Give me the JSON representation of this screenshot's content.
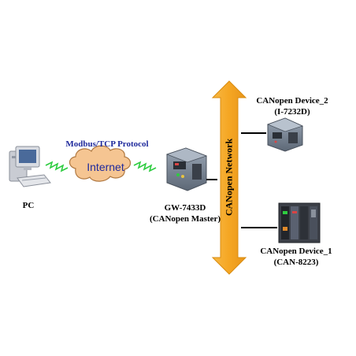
{
  "protocol_label": "Modbus/TCP Protocol",
  "cloud_label": "Internet",
  "pc": {
    "label": "PC"
  },
  "gateway": {
    "model": "GW-7433D",
    "role": "(CANopen Master)"
  },
  "network_label": "CANopen Network",
  "device_2": {
    "name": "CANopen Device_2",
    "model": "(I-7232D)"
  },
  "device_1": {
    "name": "CANopen Device_1",
    "model": "(CAN-8223)"
  },
  "colors": {
    "bus": "#f5a623",
    "bus_edge": "#d98c10",
    "cloud": "#f5c592",
    "cloud_edge": "#b07840",
    "wireless": "#2ecc40",
    "protocol_text": "#1f2a9c"
  }
}
